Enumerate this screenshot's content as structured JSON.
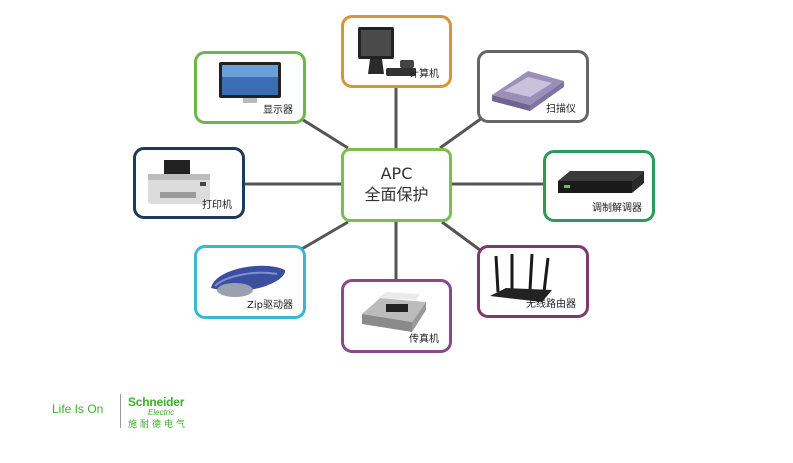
{
  "hub": {
    "title": "APC",
    "subtitle": "全面保护"
  },
  "devices": [
    {
      "id": "computer",
      "label": "计算机",
      "color": "#d89537",
      "icon": "computer-icon"
    },
    {
      "id": "scanner",
      "label": "扫描仪",
      "color": "#666666",
      "icon": "scanner-icon"
    },
    {
      "id": "modem",
      "label": "调制解调器",
      "color": "#2e9a5a",
      "icon": "modem-icon"
    },
    {
      "id": "router",
      "label": "无线路由器",
      "color": "#7e3a6c",
      "icon": "router-icon"
    },
    {
      "id": "fax",
      "label": "传真机",
      "color": "#8a4a8a",
      "icon": "fax-icon"
    },
    {
      "id": "zip",
      "label": "Zip驱动器",
      "color": "#3ab7d1",
      "icon": "zip-drive-icon"
    },
    {
      "id": "printer",
      "label": "打印机",
      "color": "#1e3a5a",
      "icon": "printer-icon"
    },
    {
      "id": "monitor",
      "label": "显示器",
      "color": "#6ab84a",
      "icon": "monitor-icon"
    }
  ],
  "hub_color": "#7cbd4b",
  "brand": {
    "tagline": "Life Is On",
    "name": "Schneider",
    "sub": "Electric",
    "chinese": "施耐德电气",
    "color": "#3dae2b"
  }
}
